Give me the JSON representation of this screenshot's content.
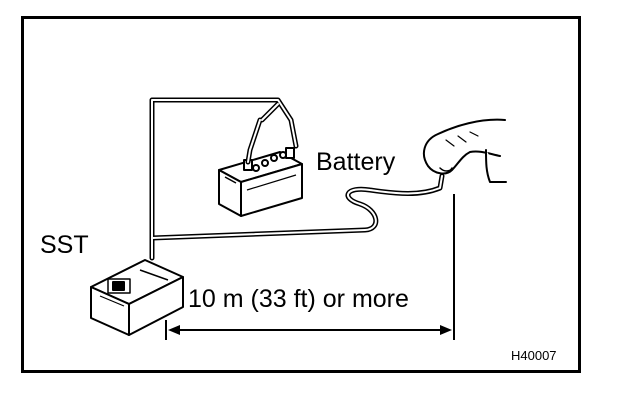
{
  "labels": {
    "battery": "Battery",
    "sst": "SST",
    "distance": "10 m (33 ft) or more",
    "figure_code": "H40007"
  },
  "colors": {
    "line": "#000000",
    "background": "#ffffff"
  },
  "icons": [
    "battery-icon",
    "sst-tester-icon",
    "hand-icon",
    "double-arrow-icon"
  ]
}
